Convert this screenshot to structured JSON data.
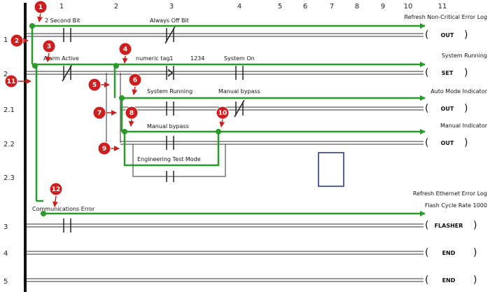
{
  "columns": [
    "1",
    "2",
    "3",
    "4",
    "5",
    "6",
    "7",
    "8",
    "9",
    "10",
    "11"
  ],
  "rows": [
    "1",
    "2",
    "2.1",
    "2.2",
    "2.3",
    "3",
    "4",
    "5"
  ],
  "contacts": {
    "c1": "2 Second Bit",
    "c2": "Always Off Bit",
    "c3": "Alarm Active",
    "c4": "numeric tag1",
    "c4b": "1234",
    "c5": "System On",
    "c6": "System Running",
    "c7": "Manual bypass",
    "c8": "Manual bypass",
    "c9": "Engineering Test Mode",
    "c10": "Communications Error"
  },
  "coil_labels": {
    "r1": "Refresh Non-Critical Error Log",
    "r2": "System Running",
    "r21": "Auto Mode Indicator",
    "r22": "Manual Indicator",
    "r3a": "Refresh Ethernet Error Log",
    "r3b": "Flash Cycle Rate 1000"
  },
  "coils": {
    "r1": "OUT",
    "r2": "SET",
    "r21": "OUT",
    "r22": "OUT",
    "r3": "FLASHER",
    "r4": "END",
    "r5": "END"
  },
  "callouts": [
    "1",
    "2",
    "3",
    "4",
    "5",
    "6",
    "7",
    "8",
    "9",
    "10",
    "11",
    "12"
  ],
  "colors": {
    "rung": "#333333",
    "flow": "#2a9a2a",
    "callout": "#cc1f1f",
    "box": "#1a2f8a"
  }
}
